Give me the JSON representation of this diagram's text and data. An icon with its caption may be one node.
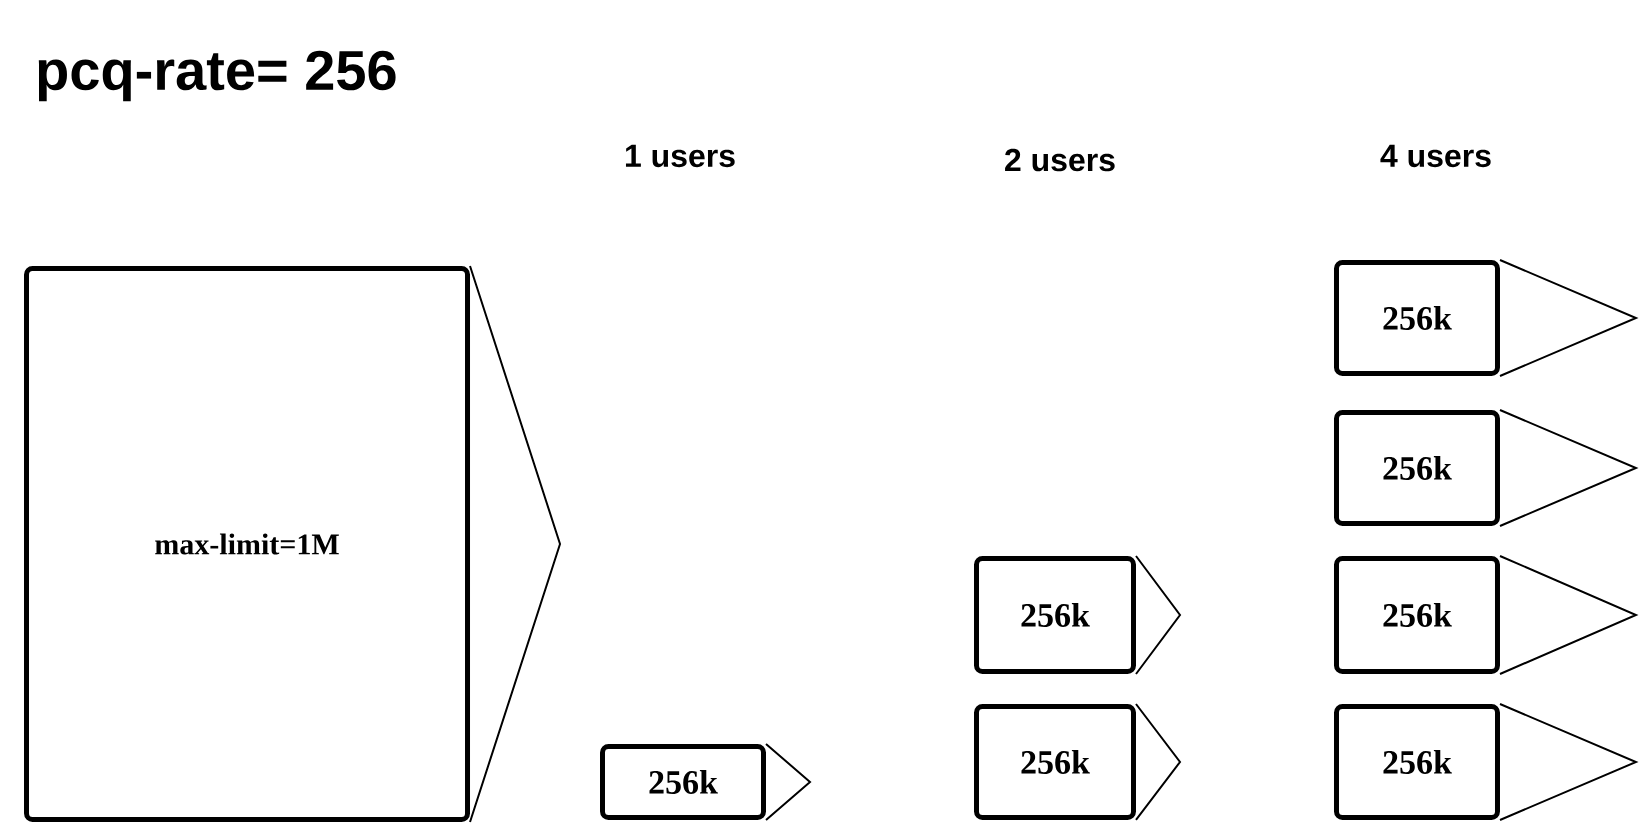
{
  "diagram": {
    "title": "pcq-rate= 256",
    "nodes": [
      {
        "text": [
          "max-limit=1M"
        ]
      },
      {
        "text": [
          "256k"
        ]
      },
      {
        "text": [
          "256k"
        ]
      },
      {
        "text": [
          "256k"
        ]
      },
      {
        "text": [
          "256k"
        ]
      },
      {
        "text": [
          "256k"
        ]
      },
      {
        "text": [
          "256k"
        ]
      },
      {
        "text": [
          "256k"
        ]
      }
    ],
    "edges": [],
    "labels": [
      "1 users",
      "2 users",
      "4 users"
    ]
  }
}
